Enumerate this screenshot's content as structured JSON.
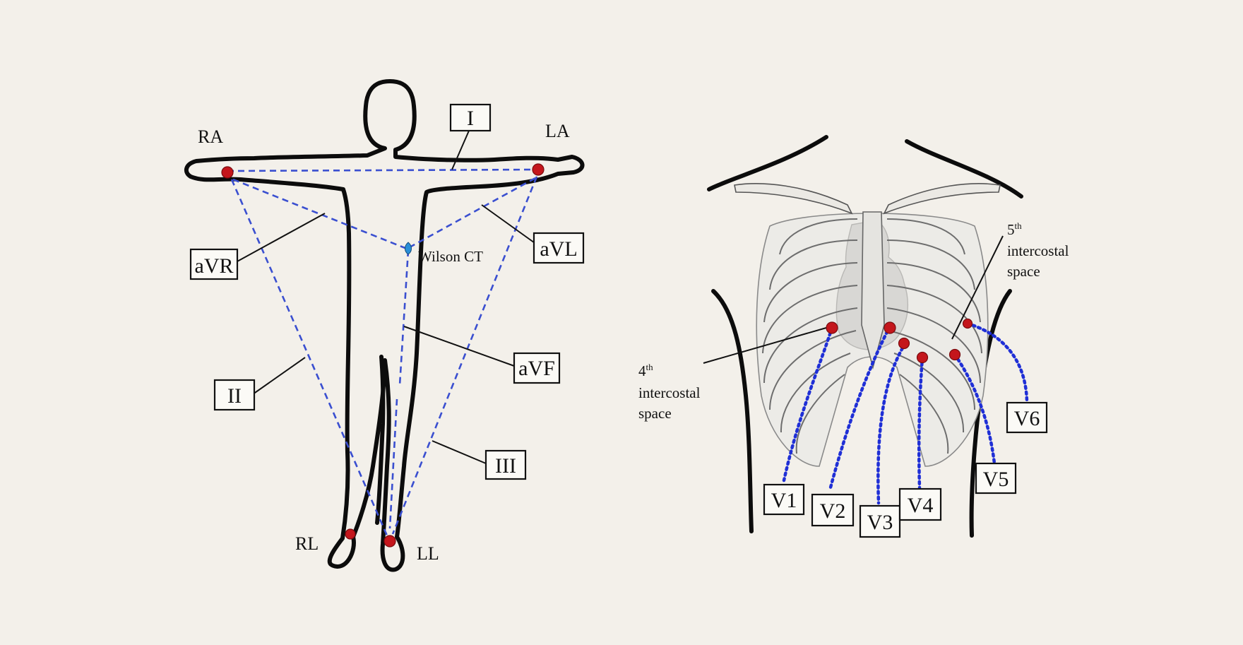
{
  "limb_diagram": {
    "electrodes": {
      "RA": "RA",
      "LA": "LA",
      "RL": "RL",
      "LL": "LL"
    },
    "leads": {
      "I": "I",
      "II": "II",
      "III": "III",
      "aVR": "aVR",
      "aVL": "aVL",
      "aVF": "aVF"
    },
    "central_terminal": "Wilson CT"
  },
  "precordial_diagram": {
    "leads": {
      "V1": "V1",
      "V2": "V2",
      "V3": "V3",
      "V4": "V4",
      "V5": "V5",
      "V6": "V6"
    },
    "annotation_4th": {
      "ordinal": "4",
      "suffix": "th",
      "line1": "intercostal",
      "line2": "space"
    },
    "annotation_5th": {
      "ordinal": "5",
      "suffix": "th",
      "line1": "intercostal",
      "line2": "space"
    }
  },
  "colors": {
    "background": "#f3f0ea",
    "electrode": "#c4161c",
    "lead_line": "#3a4fd0",
    "wire": "#1f2fd6",
    "wilson_ct": "#2a8fd8"
  }
}
